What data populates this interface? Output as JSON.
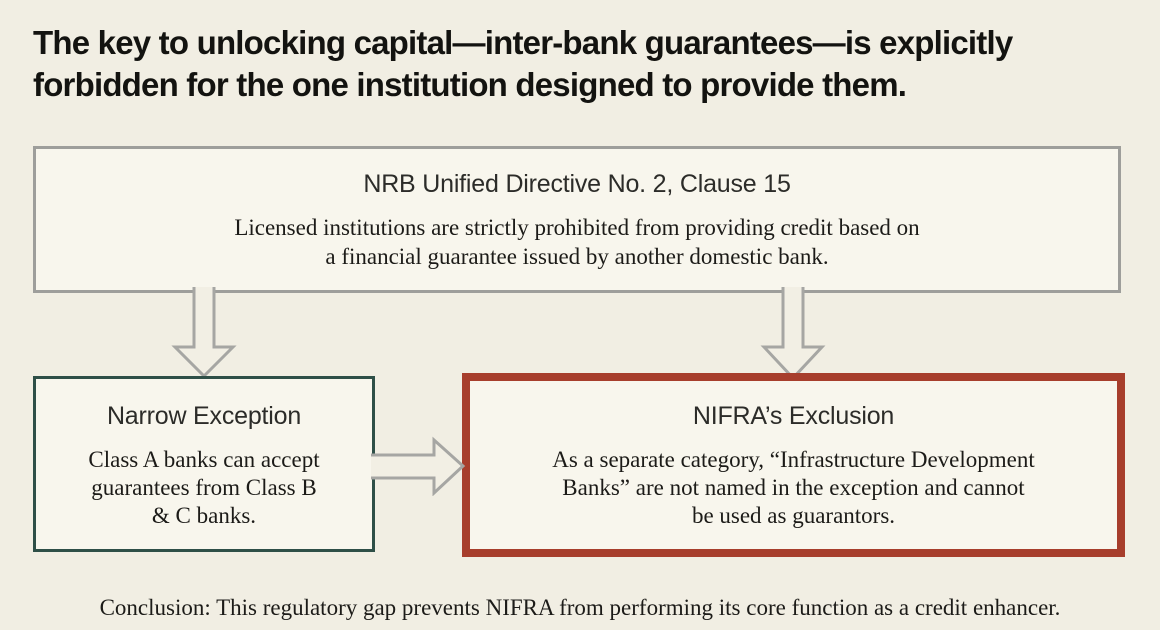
{
  "title": {
    "lines": [
      "The key to unlocking capital—inter-bank guarantees—is explicitly",
      "forbidden for the one institution designed to provide them."
    ]
  },
  "directive_box": {
    "heading": "NRB Unified Directive No. 2, Clause 15",
    "body_lines": [
      "Licensed institutions are strictly prohibited from providing credit based on",
      "a financial guarantee issued by another domestic bank."
    ]
  },
  "exception_box": {
    "heading": "Narrow Exception",
    "body_lines": [
      "Class A banks can accept",
      "guarantees from Class B",
      "& C banks."
    ]
  },
  "exclusion_box": {
    "heading": "NIFRA’s Exclusion",
    "body_lines": [
      "As a separate category, “Infrastructure Development",
      "Banks” are not named in the exception and cannot",
      "be used as guarantors."
    ]
  },
  "conclusion": "Conclusion: This regulatory gap prevents NIFRA from performing its core function as a credit enhancer.",
  "icons": {
    "down_arrow_left": "hollow-down-arrow",
    "down_arrow_right": "hollow-down-arrow",
    "right_arrow": "hollow-right-arrow"
  },
  "colors": {
    "page_background": "#f1eee3",
    "box_background": "#f8f6ed",
    "directive_border": "#9e9e9b",
    "exception_border": "#2e4f47",
    "exclusion_border": "#a73e2c",
    "arrow_stroke": "#a6a6a3",
    "title_text": "#131310",
    "body_text": "#1c1b18"
  }
}
